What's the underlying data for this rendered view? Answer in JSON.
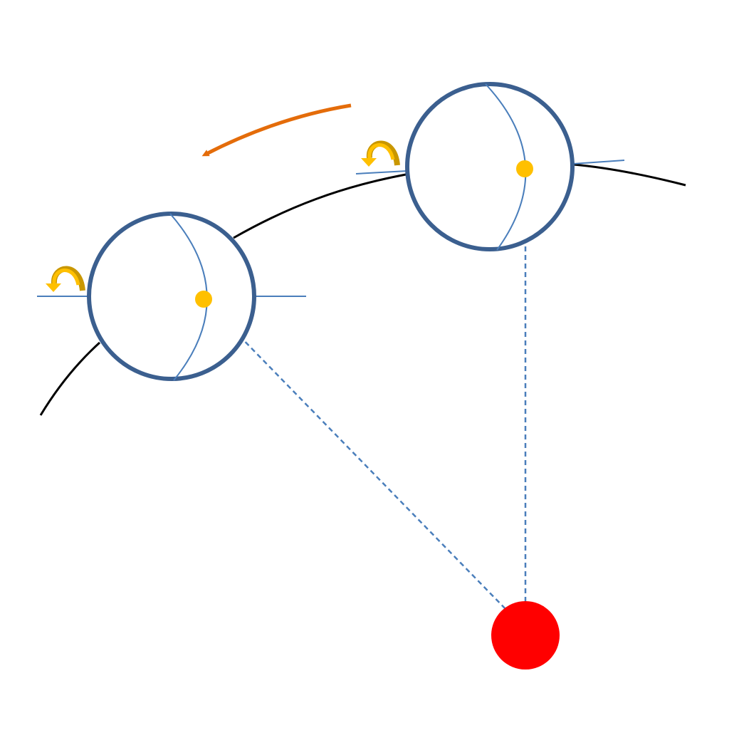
{
  "diagram": {
    "elements": [
      "orbit-path",
      "orbit-direction-arrow",
      "planet-left",
      "planet-right",
      "sun",
      "line-of-sight-left",
      "line-of-sight-right"
    ],
    "colors": {
      "background": "#ffffff",
      "orbit": "#000000",
      "planet_outline": "#3b5f8f",
      "meridian": "#4a7ebb",
      "axis": "#4a7ebb",
      "surface_point": "#ffc000",
      "rotation_arrow": "#ffc000",
      "rotation_arrow_shade": "#c99700",
      "direction_arrow": "#e46c0a",
      "sun": "#ff0000",
      "sight_line": "#4a7ebb"
    },
    "icons": {
      "rotation": "counterclockwise-rotation-icon",
      "direction": "orbit-direction-arrow-icon"
    }
  }
}
